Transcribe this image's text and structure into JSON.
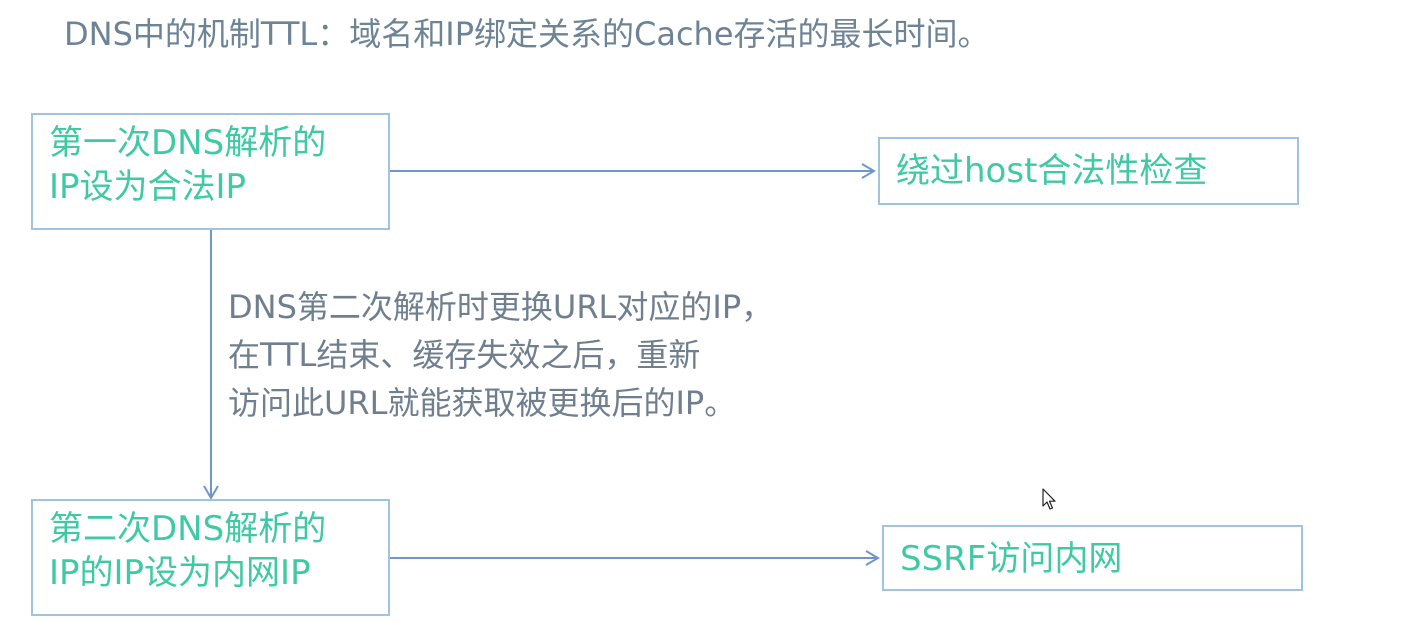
{
  "title": "DNS中的机制TTL：域名和IP绑定关系的Cache存活的最长时间。",
  "boxes": {
    "first_resolution": {
      "line1": "第一次DNS解析的",
      "line2": "IP设为合法IP"
    },
    "bypass_check": {
      "text": "绕过host合法性检查"
    },
    "second_resolution": {
      "line1": "第二次DNS解析的",
      "line2": "IP的IP设为内网IP"
    },
    "ssrf": {
      "text": "SSRF访问内网"
    }
  },
  "note": {
    "line1": "DNS第二次解析时更换URL对应的IP，",
    "line2": "在TTL结束、缓存失效之后，重新",
    "line3": "访问此URL就能获取被更换后的IP。"
  },
  "colors": {
    "box_border": "#9ec4de",
    "box_text": "#3fc9a4",
    "arrow": "#6e97c9",
    "title_text": "#6d8396",
    "note_text": "#6f7f8f"
  }
}
